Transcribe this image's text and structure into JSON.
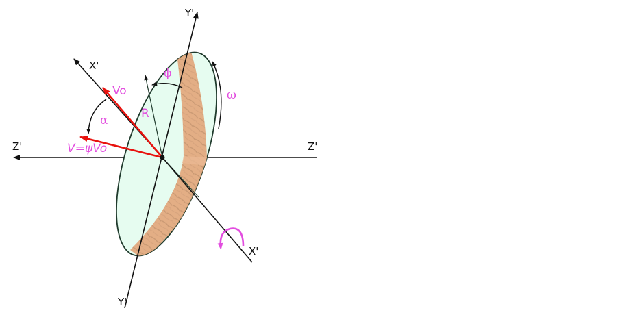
{
  "diagram": {
    "type": "boomerang-flight-geometry",
    "axes": {
      "y_top_label": "Y'",
      "y_bottom_label": "Y'",
      "x_top_label": "X'",
      "x_bottom_label": "X'",
      "z_left_label": "Z'",
      "z_right_label": "Z'"
    },
    "vectors": {
      "v0_label": "Vo",
      "v_label": "V=ψVo"
    },
    "symbols": {
      "alpha": "α",
      "phi": "ϕ",
      "omega": "ω",
      "radius": "R"
    },
    "colors": {
      "background": "#ffffff",
      "disk_fill": "#e6fcf0",
      "disk_stroke": "#1f3a2c",
      "boomerang_fill": "#e3a77c",
      "boomerang_grain": "#b98660",
      "velocity_vectors": "#e8120e",
      "annotation_magenta": "#e24ddf",
      "axis_lines": "#111111"
    }
  }
}
